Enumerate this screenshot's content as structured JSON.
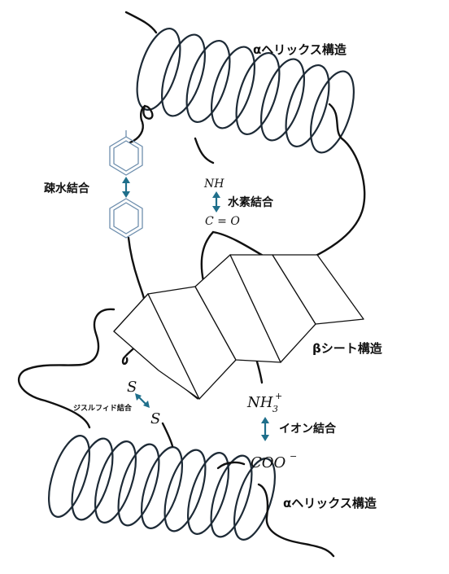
{
  "labels": {
    "helix_top": "αヘリックス構造",
    "helix_bottom": "αヘリックス構造",
    "sheet": "βシート構造",
    "hydrophobic": "疎水結合",
    "hydrogen": "水素結合",
    "ionic": "イオン結合",
    "disulfide": "ジスルフィド結合"
  },
  "chem": {
    "nh": "NH",
    "co": "C = O",
    "nh3_base": "NH",
    "nh3_sub": "3",
    "nh3_sup": "+",
    "coo": "COO",
    "coo_sup": "−",
    "s1": "S",
    "s2": "S"
  },
  "colors": {
    "arrow": "#1f6f8b",
    "coil": "#1d2a36",
    "benzene": "#6f8fae"
  }
}
